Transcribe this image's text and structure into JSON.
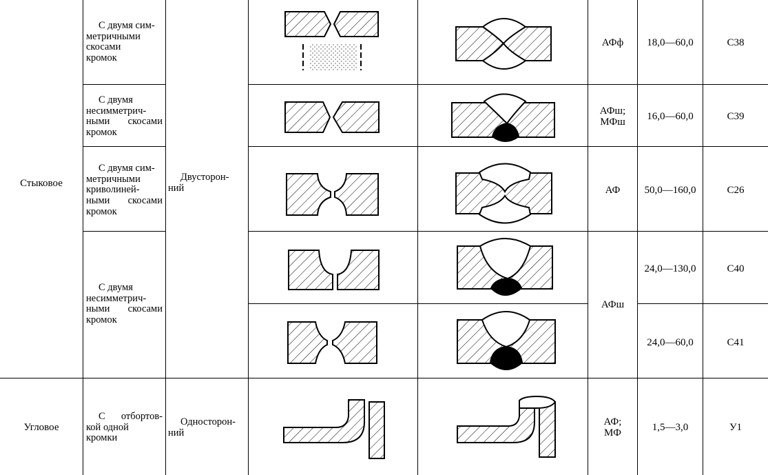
{
  "rows": [
    {
      "joint": "Стыковое",
      "description": [
        "С двумя сим-",
        "метричными",
        "скосами",
        "кромок"
      ],
      "side": "Двусторон-",
      "side2": "ний",
      "method": "АФф",
      "method2": "",
      "thickness": "18,0—60,0",
      "code": "С38"
    },
    {
      "description": [
        "С двумя",
        "несимметрич-",
        "ными скосами",
        "кромок"
      ],
      "method": "АФш;",
      "method2": "МФш",
      "thickness": "16,0—60,0",
      "code": "С39"
    },
    {
      "description": [
        "С двумя сим-",
        "метричными",
        "криволиней-",
        "ными скосами",
        "кромок"
      ],
      "method": "АФ",
      "method2": "",
      "thickness": "50,0—160,0",
      "code": "С26"
    },
    {
      "description": [
        "С двумя",
        "несимметрич-",
        "ными скосами",
        "кромок"
      ],
      "method": "АФш",
      "method2": "",
      "thickness": "24,0—130,0",
      "code": "С40"
    },
    {
      "description": [],
      "method": "",
      "method2": "",
      "thickness": "24,0—60,0",
      "code": "С41"
    },
    {
      "joint": "Угловое",
      "description": [
        "С отбортов-",
        "кой одной",
        "кромки"
      ],
      "side": "Односторон-",
      "side2": "ний",
      "method": "АФ;",
      "method2": "МФ",
      "thickness": "1,5—3,0",
      "code": "У1"
    }
  ]
}
